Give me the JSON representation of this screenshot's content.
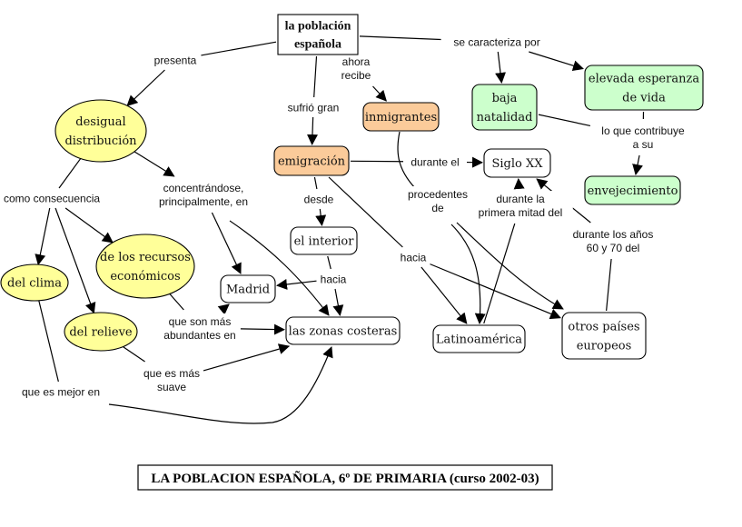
{
  "title": "LA POBLACION ESPAÑOLA, 6º DE PRIMARIA (curso 2002-03)",
  "colors": {
    "yellow": "#FFFF99",
    "orange": "#FBCB9A",
    "green": "#CCFFCC",
    "white": "#FFFFFF"
  },
  "nodes": [
    {
      "id": "poblacion",
      "lines": [
        "la población",
        "española"
      ],
      "fill": "white",
      "shape": "rect",
      "bold": true
    },
    {
      "id": "desigual",
      "lines": [
        "desigual",
        "distribución"
      ],
      "fill": "yellow",
      "shape": "ellipse"
    },
    {
      "id": "recursos",
      "lines": [
        "de los recursos",
        "económicos"
      ],
      "fill": "yellow",
      "shape": "ellipse"
    },
    {
      "id": "clima",
      "lines": [
        "del clima"
      ],
      "fill": "yellow",
      "shape": "ellipse"
    },
    {
      "id": "relieve",
      "lines": [
        "del relieve"
      ],
      "fill": "yellow",
      "shape": "ellipse"
    },
    {
      "id": "madrid",
      "lines": [
        "Madrid"
      ],
      "fill": "white",
      "shape": "round"
    },
    {
      "id": "costeras",
      "lines": [
        "las zonas costeras"
      ],
      "fill": "white",
      "shape": "round"
    },
    {
      "id": "emigracion",
      "lines": [
        "emigración"
      ],
      "fill": "orange",
      "shape": "round"
    },
    {
      "id": "inmigrantes",
      "lines": [
        "inmigrantes"
      ],
      "fill": "orange",
      "shape": "round"
    },
    {
      "id": "interior",
      "lines": [
        "el interior"
      ],
      "fill": "white",
      "shape": "round"
    },
    {
      "id": "siglo",
      "lines": [
        "Siglo XX"
      ],
      "fill": "white",
      "shape": "round"
    },
    {
      "id": "latino",
      "lines": [
        "Latinoamérica"
      ],
      "fill": "white",
      "shape": "round"
    },
    {
      "id": "europeos",
      "lines": [
        "otros países",
        "europeos"
      ],
      "fill": "white",
      "shape": "round"
    },
    {
      "id": "natalidad",
      "lines": [
        "baja",
        "natalidad"
      ],
      "fill": "green",
      "shape": "round"
    },
    {
      "id": "esperanza",
      "lines": [
        "elevada esperanza",
        "de vida"
      ],
      "fill": "green",
      "shape": "round"
    },
    {
      "id": "envejecimiento",
      "lines": [
        "envejecimiento"
      ],
      "fill": "green",
      "shape": "round"
    }
  ],
  "links": [
    {
      "id": "presenta",
      "lines": [
        "presenta"
      ]
    },
    {
      "id": "caracteriza",
      "lines": [
        "se caracteriza por"
      ]
    },
    {
      "id": "ahora",
      "lines": [
        "ahora",
        "recibe"
      ]
    },
    {
      "id": "sufrio",
      "lines": [
        "sufrió gran"
      ]
    },
    {
      "id": "consecuencia",
      "lines": [
        "como consecuencia"
      ]
    },
    {
      "id": "concentrandose",
      "lines": [
        "concentrándose,",
        "principalmente, en"
      ]
    },
    {
      "id": "desde",
      "lines": [
        "desde"
      ]
    },
    {
      "id": "hacia1",
      "lines": [
        "hacia"
      ]
    },
    {
      "id": "hacia2",
      "lines": [
        "hacia"
      ]
    },
    {
      "id": "durante_el",
      "lines": [
        "durante el"
      ]
    },
    {
      "id": "procedentes",
      "lines": [
        "procedentes",
        "de"
      ]
    },
    {
      "id": "primera_mitad",
      "lines": [
        "durante la",
        "primera mitad del"
      ]
    },
    {
      "id": "anos",
      "lines": [
        "durante los años",
        "60 y 70 del"
      ]
    },
    {
      "id": "contribuye",
      "lines": [
        "lo que contribuye",
        "a su"
      ]
    },
    {
      "id": "abundantes",
      "lines": [
        "que son más",
        "abundantes en"
      ]
    },
    {
      "id": "suave",
      "lines": [
        "que es más",
        "suave"
      ]
    },
    {
      "id": "mejor",
      "lines": [
        "que es mejor en"
      ]
    }
  ],
  "edges": [
    {
      "from": "poblacion",
      "to": "presenta",
      "arrow": false
    },
    {
      "from": "presenta",
      "to": "desigual",
      "arrow": true
    },
    {
      "from": "poblacion",
      "to": "caracteriza",
      "arrow": false
    },
    {
      "from": "caracteriza",
      "to": "natalidad",
      "arrow": true
    },
    {
      "from": "caracteriza",
      "to": "esperanza",
      "arrow": true
    },
    {
      "from": "poblacion",
      "to": "ahora",
      "arrow": false
    },
    {
      "from": "ahora",
      "to": "inmigrantes",
      "arrow": true
    },
    {
      "from": "poblacion",
      "to": "sufrio",
      "arrow": false
    },
    {
      "from": "sufrio",
      "to": "emigracion",
      "arrow": true
    },
    {
      "from": "desigual",
      "to": "consecuencia",
      "arrow": false
    },
    {
      "from": "desigual",
      "to": "concentrandose",
      "arrow": true
    },
    {
      "from": "consecuencia",
      "to": "clima",
      "arrow": true
    },
    {
      "from": "consecuencia",
      "to": "relieve",
      "arrow": true
    },
    {
      "from": "consecuencia",
      "to": "recursos",
      "arrow": true
    },
    {
      "from": "concentrandose",
      "to": "madrid",
      "arrow": true
    },
    {
      "from": "concentrandose",
      "to": "costeras",
      "arrow": true
    },
    {
      "from": "emigracion",
      "to": "desde",
      "arrow": false
    },
    {
      "from": "desde",
      "to": "interior",
      "arrow": true
    },
    {
      "from": "interior",
      "to": "hacia1",
      "arrow": false
    },
    {
      "from": "hacia1",
      "to": "madrid",
      "arrow": true
    },
    {
      "from": "hacia1",
      "to": "costeras",
      "arrow": true
    },
    {
      "from": "emigracion",
      "to": "durante_el",
      "arrow": false
    },
    {
      "from": "durante_el",
      "to": "siglo",
      "arrow": true
    },
    {
      "from": "emigracion",
      "to": "hacia2",
      "arrow": false
    },
    {
      "from": "hacia2",
      "to": "latino",
      "arrow": true
    },
    {
      "from": "hacia2",
      "to": "europeos",
      "arrow": true
    },
    {
      "from": "inmigrantes",
      "to": "procedentes",
      "arrow": false
    },
    {
      "from": "procedentes",
      "to": "latino",
      "arrow": true
    },
    {
      "from": "procedentes",
      "to": "europeos",
      "arrow": true
    },
    {
      "from": "latino",
      "to": "primera_mitad",
      "arrow": false
    },
    {
      "from": "primera_mitad",
      "to": "siglo",
      "arrow": true
    },
    {
      "from": "europeos",
      "to": "anos",
      "arrow": false
    },
    {
      "from": "anos",
      "to": "siglo",
      "arrow": true
    },
    {
      "from": "natalidad",
      "to": "contribuye",
      "arrow": false
    },
    {
      "from": "esperanza",
      "to": "contribuye",
      "arrow": false
    },
    {
      "from": "contribuye",
      "to": "envejecimiento",
      "arrow": true
    },
    {
      "from": "recursos",
      "to": "abundantes",
      "arrow": false
    },
    {
      "from": "abundantes",
      "to": "madrid",
      "arrow": true
    },
    {
      "from": "abundantes",
      "to": "costeras",
      "arrow": true
    },
    {
      "from": "relieve",
      "to": "suave",
      "arrow": false
    },
    {
      "from": "suave",
      "to": "costeras",
      "arrow": true
    },
    {
      "from": "clima",
      "to": "mejor",
      "arrow": false
    },
    {
      "from": "mejor",
      "to": "costeras",
      "arrow": true
    }
  ]
}
